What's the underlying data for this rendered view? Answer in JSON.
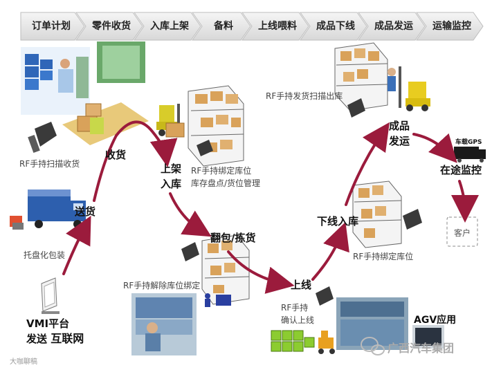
{
  "header": {
    "steps": [
      "订单计划",
      "零件收货",
      "入库上架",
      "备料",
      "上线喂料",
      "成品下线",
      "成品发运",
      "运输监控"
    ]
  },
  "nodes": {
    "vmi_line1": "VMI平台",
    "vmi_line2_prefix": "发送",
    "vmi_line2_bold": "互联网",
    "pallet": "托盘化包装",
    "send": "送货",
    "rf_receive": "RF手持扫描收货",
    "receive": "收货",
    "shelve_line1": "上架",
    "shelve_line2": "入库",
    "rf_bind_line1": "RF手持绑定库位",
    "rf_bind_line2": "库存盘点/货位管理",
    "pick": "翻包/拣货",
    "rf_unbind": "RF手持解除库位绑定",
    "online": "上线",
    "rf_confirm_line1": "RF手持",
    "rf_confirm_line2": "确认上线",
    "offline": "下线入库",
    "rf_bind2": "RF手持绑定库位",
    "ship_line1": "成品",
    "ship_line2": "发运",
    "rf_ship": "RF手持发货扫描出库",
    "transit": "在途监控",
    "gps": "车载GPS",
    "customer": "客户",
    "agv": "AGV应用"
  },
  "watermarks": {
    "main": "广西汽车集团",
    "corner": "大咖聊稿"
  },
  "colors": {
    "arrow": "#9b1b3c",
    "chevron_fill": "#e6e6e6",
    "chevron_stroke": "#bdbdbd",
    "box": "#d9a25a",
    "rack": "#5a5a5a"
  }
}
